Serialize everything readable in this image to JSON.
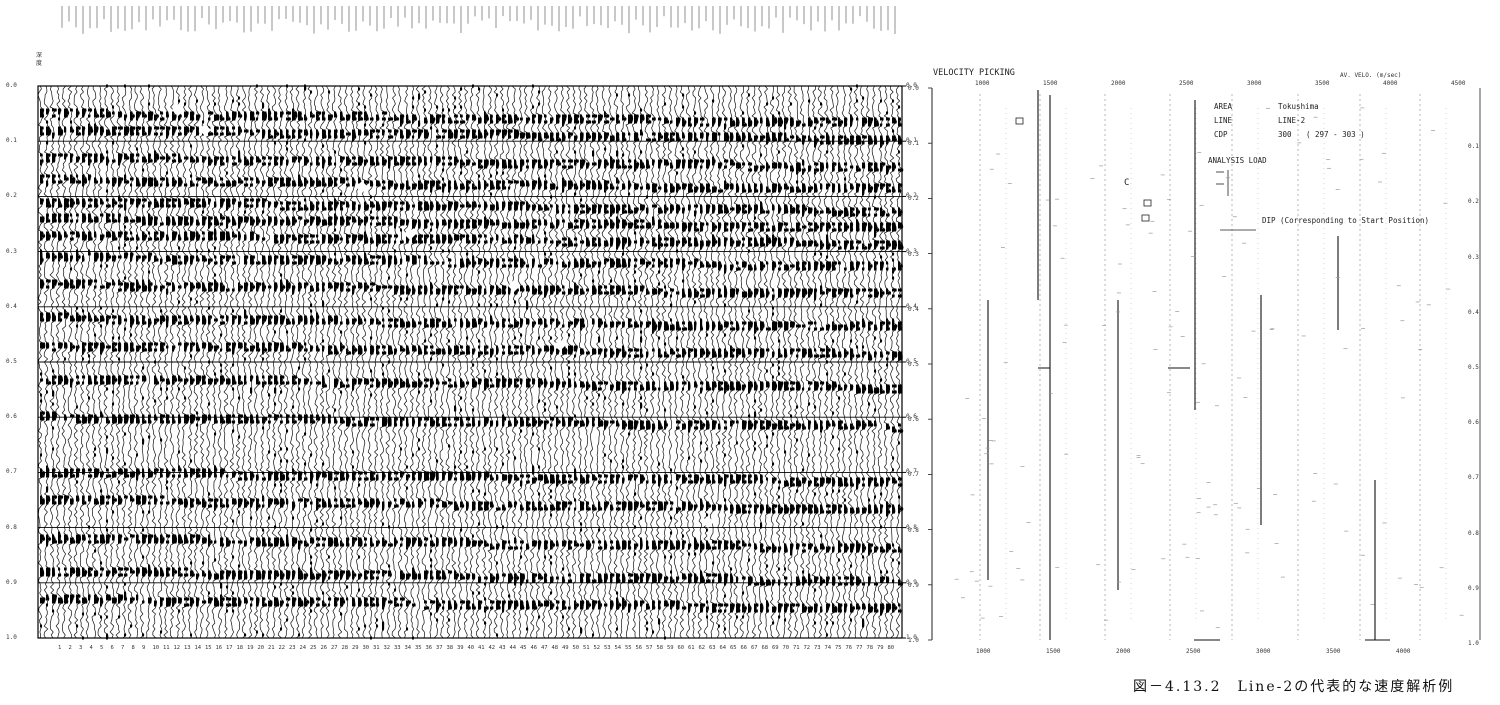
{
  "seismic": {
    "time_ticks": [
      "0.0",
      "0.1",
      "0.2",
      "0.3",
      "0.4",
      "0.5",
      "0.6",
      "0.7",
      "0.8",
      "0.9",
      "1.0"
    ],
    "side_label": "深\n度",
    "trace_numbers": [
      "1",
      "2",
      "3",
      "4",
      "5",
      "6",
      "7",
      "8",
      "9",
      "10",
      "11",
      "12",
      "13",
      "14",
      "15",
      "16",
      "17",
      "18",
      "19",
      "20",
      "21",
      "22",
      "23",
      "24",
      "25",
      "26",
      "27",
      "28",
      "29",
      "30",
      "31",
      "32",
      "33",
      "34",
      "35",
      "36",
      "37",
      "38",
      "39",
      "40",
      "41",
      "42",
      "43",
      "44",
      "45",
      "46",
      "47",
      "48",
      "49",
      "50",
      "51",
      "52",
      "53",
      "54",
      "55",
      "56",
      "57",
      "58",
      "59",
      "60",
      "61",
      "62",
      "63",
      "64",
      "65",
      "66",
      "67",
      "68",
      "69",
      "70",
      "71",
      "72",
      "73",
      "74",
      "75",
      "76",
      "77",
      "78",
      "79",
      "80"
    ]
  },
  "velocity_panel": {
    "title": "VELOCITY PICKING",
    "top_axis": [
      "1000",
      "1500",
      "2000",
      "2500",
      "3000",
      "3500",
      "4000",
      "4500"
    ],
    "bottom_axis": [
      "1000",
      "1500",
      "2000",
      "2500",
      "3000",
      "3500",
      "4000"
    ],
    "right_header": "AV. VELO. (m/sec)",
    "time_ticks": [
      "0.0",
      "0.1",
      "0.2",
      "0.3",
      "0.4",
      "0.5",
      "0.6",
      "0.7",
      "0.8",
      "0.9",
      "1.0"
    ],
    "right_ticks": [
      "0.1",
      "0.2",
      "0.3",
      "0.4",
      "0.5",
      "0.6",
      "0.7",
      "0.8",
      "0.9",
      "1.0"
    ],
    "info": {
      "area_label": "AREA",
      "area_value": "Tokushima",
      "line_label": "LINE",
      "line_value": "LINE-2",
      "cdp_label": "CDP",
      "cdp_value": "300",
      "cdp_range": "( 297 - 303 )",
      "analysis_label": "ANALYSIS LOAD",
      "dip_label": "DIP (Corresponding to Start Position)"
    },
    "marker_label": "C"
  },
  "caption": "図－4.13.2　Line-2の代表的な速度解析例"
}
